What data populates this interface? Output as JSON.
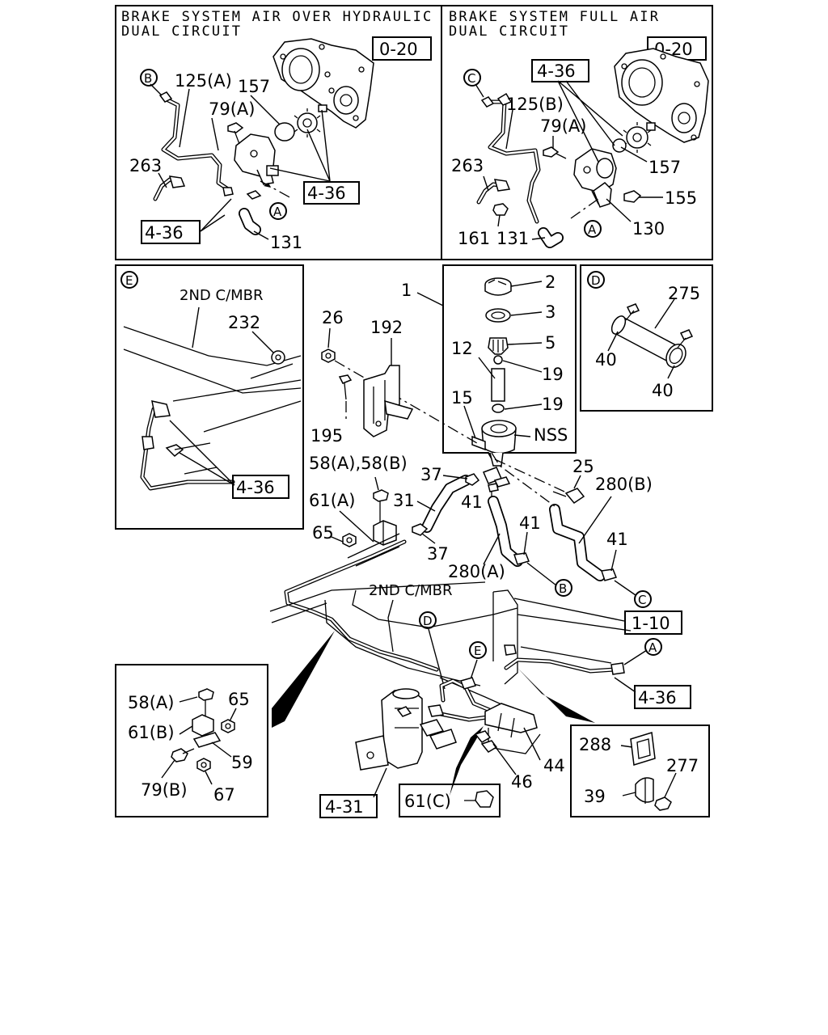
{
  "panels": {
    "air_over_hydraulic": {
      "title_line1": "BRAKE SYSTEM AIR OVER HYDRAULIC",
      "title_line2": "DUAL CIRCUIT",
      "ref_0_20": "0-20",
      "ref_4_36_right": "4-36",
      "ref_4_36_left": "4-36",
      "circle_b": "B",
      "circle_a": "A",
      "label_125a": "125(A)",
      "label_79a": "79(A)",
      "label_157": "157",
      "label_263": "263",
      "label_131": "131"
    },
    "full_air": {
      "title_line1": "BRAKE SYSTEM FULL AIR",
      "title_line2": "DUAL CIRCUIT",
      "ref_0_20": "0-20",
      "ref_4_36": "4-36",
      "circle_c": "C",
      "circle_a": "A",
      "label_125b": "125(B)",
      "label_79a": "79(A)",
      "label_263": "263",
      "label_157": "157",
      "label_155": "155",
      "label_161": "161",
      "label_131": "131",
      "label_130": "130"
    },
    "detail_e": {
      "circle": "E",
      "caption": "2ND C/MBR",
      "label_232": "232",
      "ref_4_36": "4-36"
    },
    "detail_d": {
      "circle": "D",
      "label_275": "275",
      "label_40_left": "40",
      "label_40_bottom": "40"
    },
    "bottom_left": {
      "label_58a": "58(A)",
      "label_65": "65",
      "label_61b": "61(B)",
      "label_59": "59",
      "label_79b": "79(B)",
      "label_67": "67"
    },
    "bottom_right": {
      "label_288": "288",
      "label_277": "277",
      "label_39": "39"
    },
    "center": {
      "label_1": "1",
      "label_2": "2",
      "label_3": "3",
      "label_5": "5",
      "label_12": "12",
      "label_19a": "19",
      "label_19b": "19",
      "label_15": "15",
      "label_nss": "NSS",
      "label_26": "26",
      "label_192": "192",
      "label_195": "195",
      "label_58ab": "58(A),58(B)",
      "label_37a": "37",
      "label_31": "31",
      "label_61a": "61(A)",
      "label_65": "65",
      "label_37b": "37",
      "label_41a": "41",
      "label_41b": "41",
      "label_41c": "41",
      "label_25": "25",
      "label_280b": "280(B)",
      "label_280a": "280(A)",
      "circle_b": "B",
      "circle_c": "C",
      "caption_2nd_cmbr": "2ND C/MBR",
      "ref_1_10": "1-10",
      "circle_d": "D",
      "circle_e": "E",
      "circle_a": "A",
      "ref_4_36": "4-36",
      "label_44": "44",
      "label_46": "46",
      "ref_4_31": "4-31",
      "label_61c": "61(C)"
    }
  }
}
